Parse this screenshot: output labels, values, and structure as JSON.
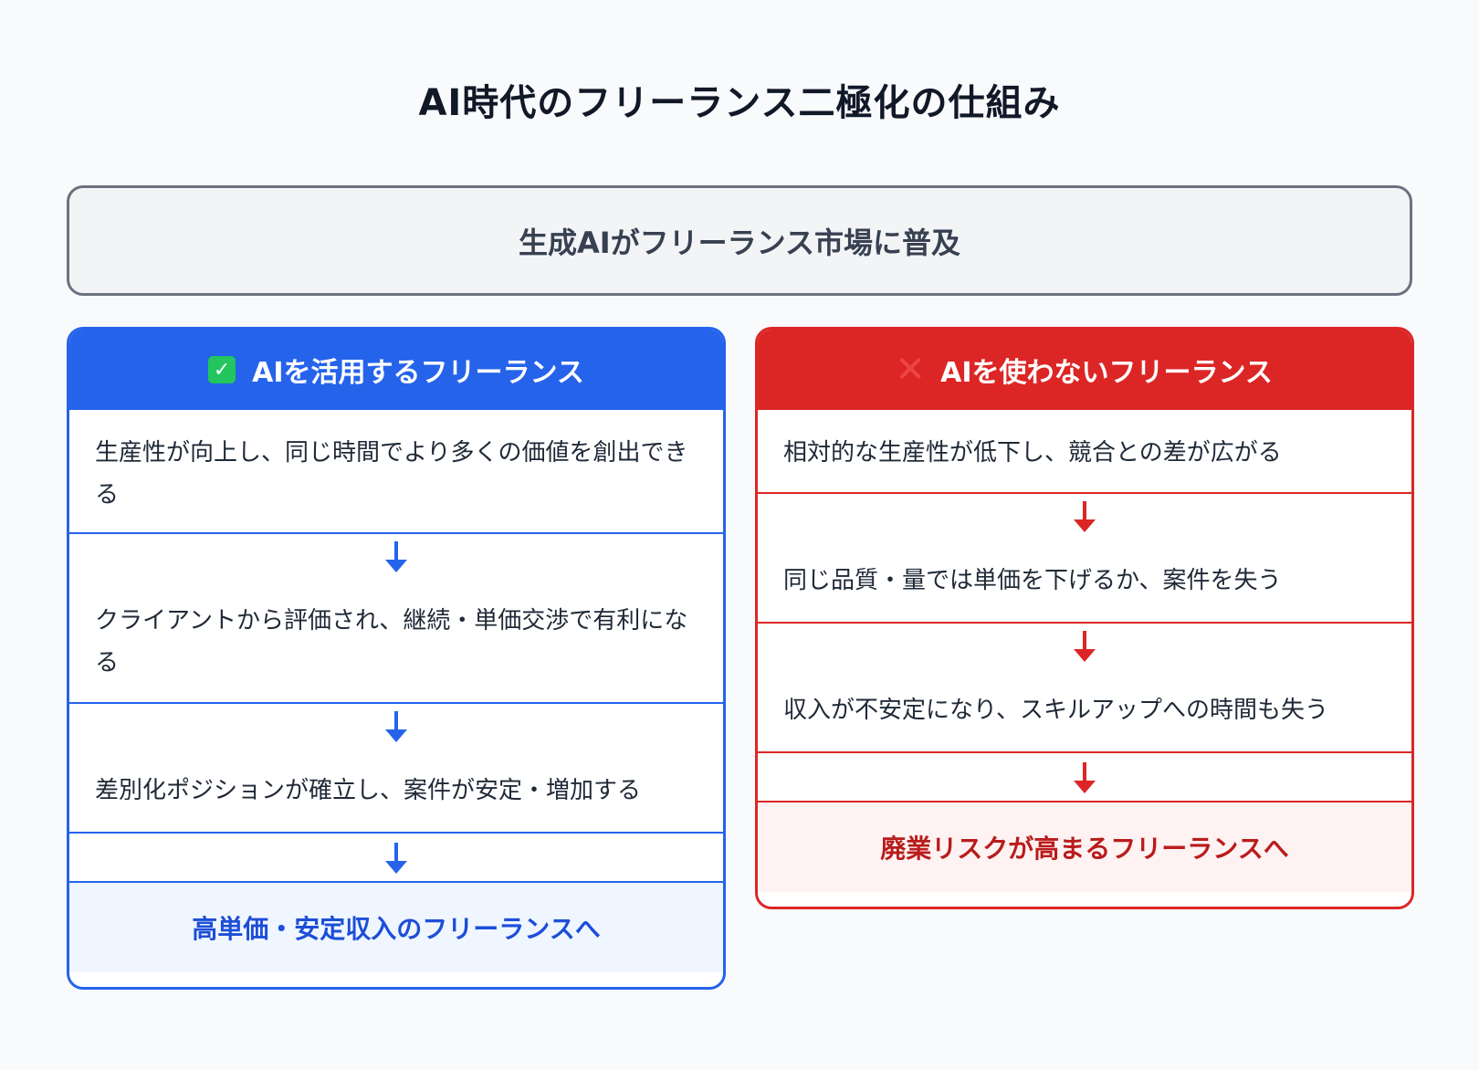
{
  "title": "AI時代のフリーランス二極化の仕組み",
  "premise": "生成AIがフリーランス市場に普及",
  "left": {
    "header": "AIを活用するフリーランス",
    "icon": "check-icon",
    "steps": [
      "生産性が向上し、同じ時間でより多くの価値を創出できる",
      "クライアントから評価され、継続・単価交渉で有利になる",
      "差別化ポジションが確立し、案件が安定・増加する"
    ],
    "result": "高単価・安定収入のフリーランスへ",
    "accent": "#2563eb"
  },
  "right": {
    "header": "AIを使わないフリーランス",
    "icon": "cross-icon",
    "steps": [
      "相対的な生産性が低下し、競合との差が広がる",
      "同じ品質・量では単価を下げるか、案件を失う",
      "収入が不安定になり、スキルアップへの時間も失う"
    ],
    "result": "廃業リスクが高まるフリーランスへ",
    "accent": "#dc2626"
  }
}
